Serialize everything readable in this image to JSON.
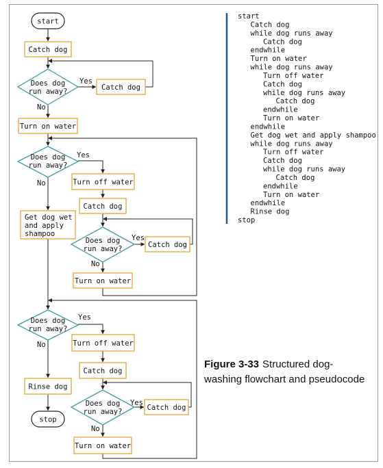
{
  "flowchart": {
    "start": "start",
    "stop": "stop",
    "catch_dog": "Catch dog",
    "turn_on_water": "Turn on water",
    "turn_off_water": "Turn off water",
    "rinse_dog": "Rinse dog",
    "shampoo": [
      "Get dog wet",
      "and apply",
      "shampoo"
    ],
    "decision": [
      "Does dog",
      "run away?"
    ],
    "yes": "Yes",
    "no": "No"
  },
  "pseudocode": [
    {
      "indent": 0,
      "text": "start"
    },
    {
      "indent": 1,
      "text": "Catch dog"
    },
    {
      "indent": 1,
      "text": "while dog runs away"
    },
    {
      "indent": 2,
      "text": "Catch dog"
    },
    {
      "indent": 1,
      "text": "endwhile"
    },
    {
      "indent": 1,
      "text": "Turn on water"
    },
    {
      "indent": 1,
      "text": "while dog runs away"
    },
    {
      "indent": 2,
      "text": "Turn off water"
    },
    {
      "indent": 2,
      "text": "Catch dog"
    },
    {
      "indent": 2,
      "text": "while dog runs away"
    },
    {
      "indent": 3,
      "text": "Catch dog"
    },
    {
      "indent": 2,
      "text": "endwhile"
    },
    {
      "indent": 2,
      "text": "Turn on water"
    },
    {
      "indent": 1,
      "text": "endwhile"
    },
    {
      "indent": 1,
      "text": "Get dog wet and apply shampoo"
    },
    {
      "indent": 1,
      "text": "while dog runs away"
    },
    {
      "indent": 2,
      "text": "Turn off water"
    },
    {
      "indent": 2,
      "text": "Catch dog"
    },
    {
      "indent": 2,
      "text": "while dog runs away"
    },
    {
      "indent": 3,
      "text": "Catch dog"
    },
    {
      "indent": 2,
      "text": "endwhile"
    },
    {
      "indent": 2,
      "text": "Turn on water"
    },
    {
      "indent": 1,
      "text": "endwhile"
    },
    {
      "indent": 1,
      "text": "Rinse dog"
    },
    {
      "indent": 0,
      "text": "stop"
    }
  ],
  "caption": {
    "label": "Figure 3-33",
    "line1": "Structured dog-",
    "line2": "washing flowchart and pseudocode"
  },
  "colors": {
    "process_border": "#e3a437",
    "decision_border": "#3f9c9a",
    "code_bar": "#1f5a96",
    "frame": "#9a9a9a"
  }
}
